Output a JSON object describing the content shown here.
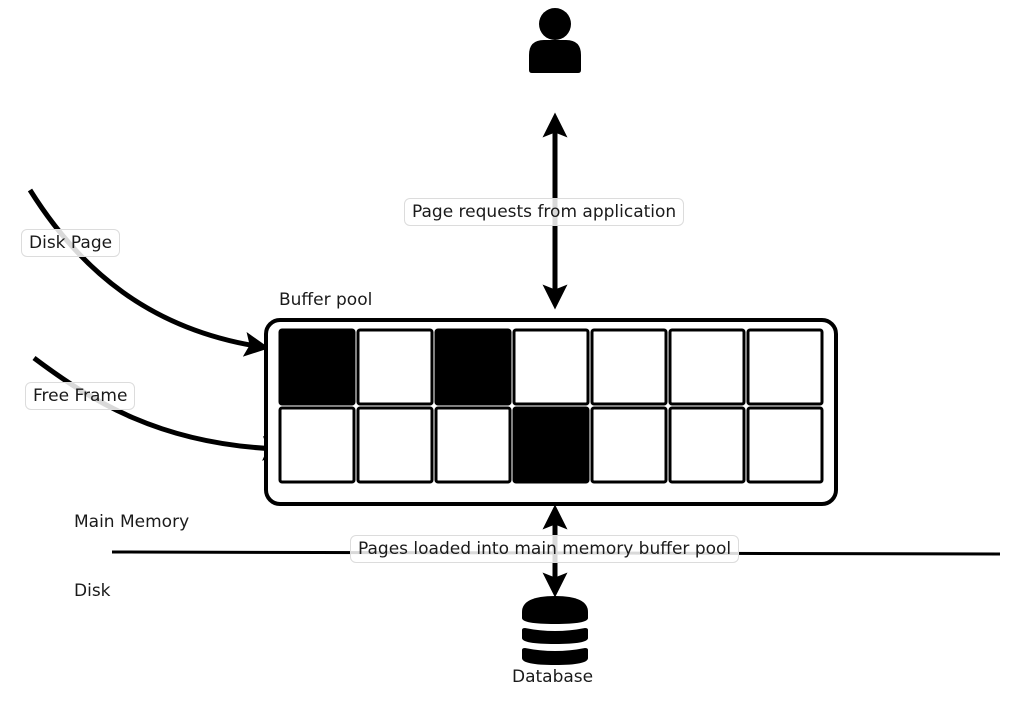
{
  "diagram": {
    "user_icon": "user-icon",
    "database_icon": "database-icon",
    "labels": {
      "page_requests": "Page requests from application",
      "disk_page": "Disk Page",
      "free_frame": "Free Frame",
      "buffer_pool": "Buffer pool",
      "main_memory": "Main Memory",
      "disk": "Disk",
      "pages_loaded": "Pages loaded into main memory buffer pool",
      "database": "Database"
    },
    "buffer_pool": {
      "rows": [
        [
          "filled",
          "empty",
          "filled",
          "empty",
          "empty",
          "empty",
          "empty"
        ],
        [
          "empty",
          "empty",
          "empty",
          "filled",
          "empty",
          "empty",
          "empty"
        ]
      ]
    },
    "colors": {
      "ink": "#000000",
      "background": "#ffffff",
      "label_border": "#dcdcdc"
    }
  }
}
